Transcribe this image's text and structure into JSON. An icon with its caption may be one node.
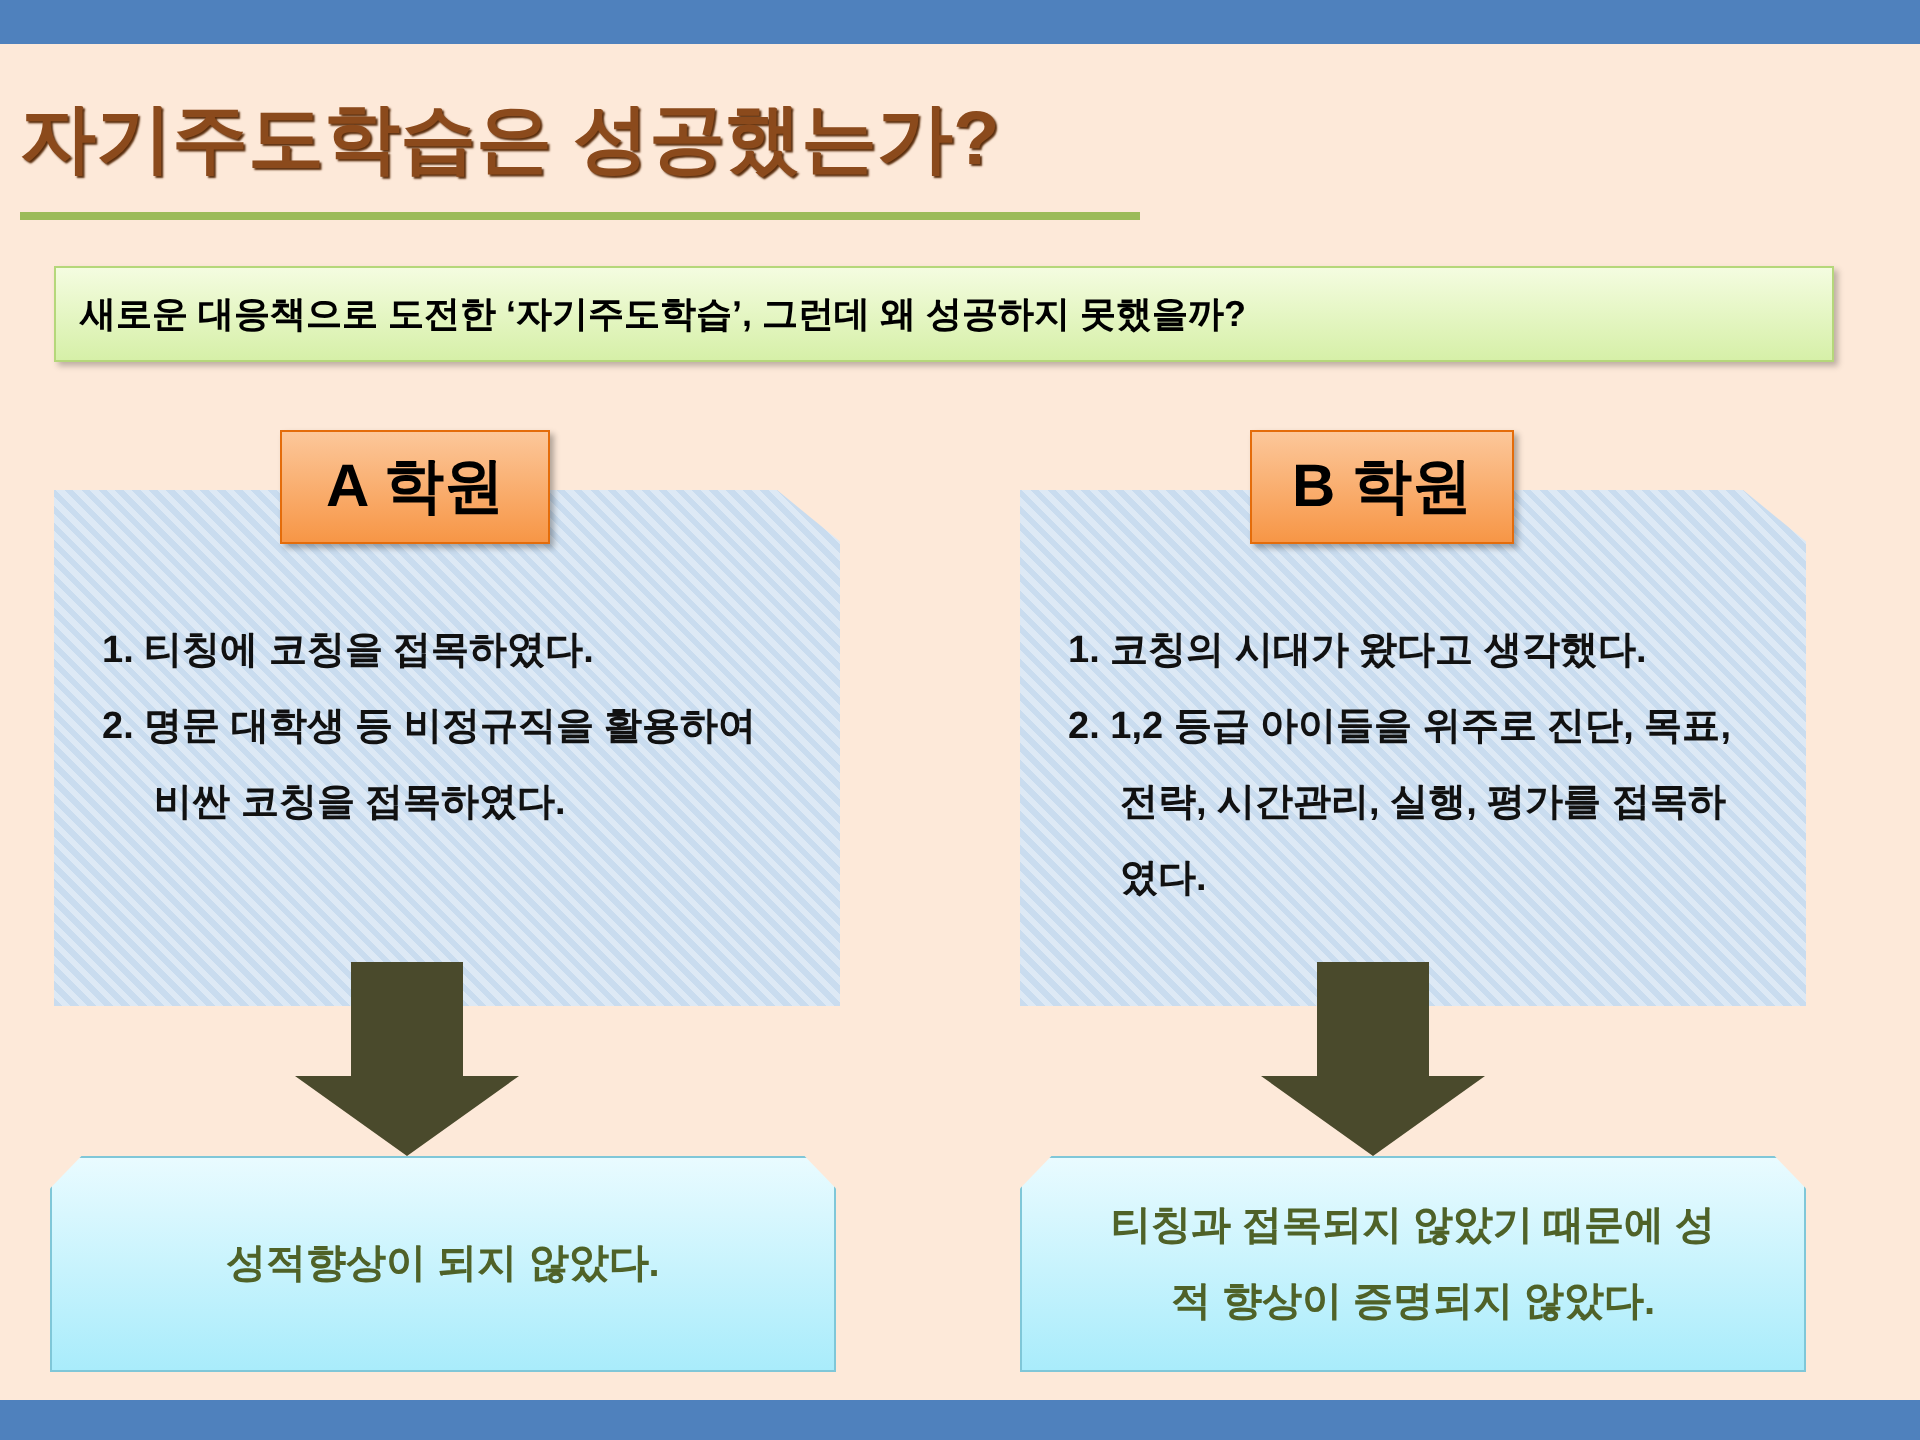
{
  "diagram": {
    "title": "자기주도학습은 성공했는가?",
    "nodes": [
      {
        "text": [
          "새로운 대응책으로 도전한 ‘자기주도학습’, 그런데 왜 성공하지 못했을까?"
        ]
      },
      {
        "text": [
          "1. 티칭에 코칭을 접목하였다.",
          "2. 명문 대학생 등 비정규직을 활용하여 비싼 코칭을 접목하였다."
        ]
      },
      {
        "text": [
          "A 학원"
        ]
      },
      {
        "text": [
          "1. 코칭의 시대가 왔다고 생각했다.",
          "2. 1,2 등급 아이들을 위주로 진단, 목표, 전략, 시간관리, 실행, 평가를 접목하였다."
        ]
      },
      {
        "text": [
          "B 학원"
        ]
      },
      {
        "text": [
          "성적향상이 되지 않았다."
        ]
      },
      {
        "text": [
          "티칭과 접목되지 않았기 때문에 성적 향상이 증명되지 않았다."
        ]
      }
    ],
    "edges": [
      {
        "from": 1,
        "to": 5,
        "arrow": "to"
      },
      {
        "from": 3,
        "to": 6,
        "arrow": "to"
      }
    ]
  }
}
